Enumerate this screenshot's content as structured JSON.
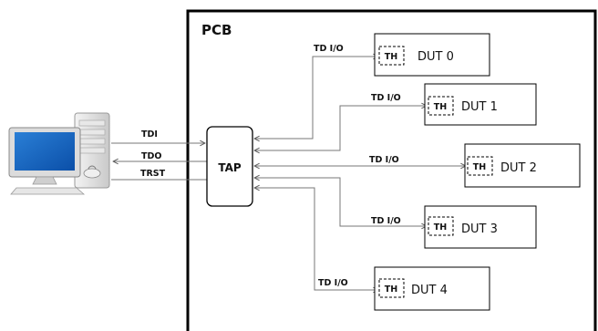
{
  "pcb": {
    "label": "PCB"
  },
  "tap": {
    "label": "TAP"
  },
  "host_signals": {
    "tdi": "TDI",
    "tdo": "TDO",
    "trst": "TRST"
  },
  "test_handler": {
    "label": "TH"
  },
  "io_label": "TD I/O",
  "duts": [
    {
      "name": "DUT 0"
    },
    {
      "name": "DUT 1"
    },
    {
      "name": "DUT 2"
    },
    {
      "name": "DUT 3"
    },
    {
      "name": "DUT 4"
    }
  ]
}
